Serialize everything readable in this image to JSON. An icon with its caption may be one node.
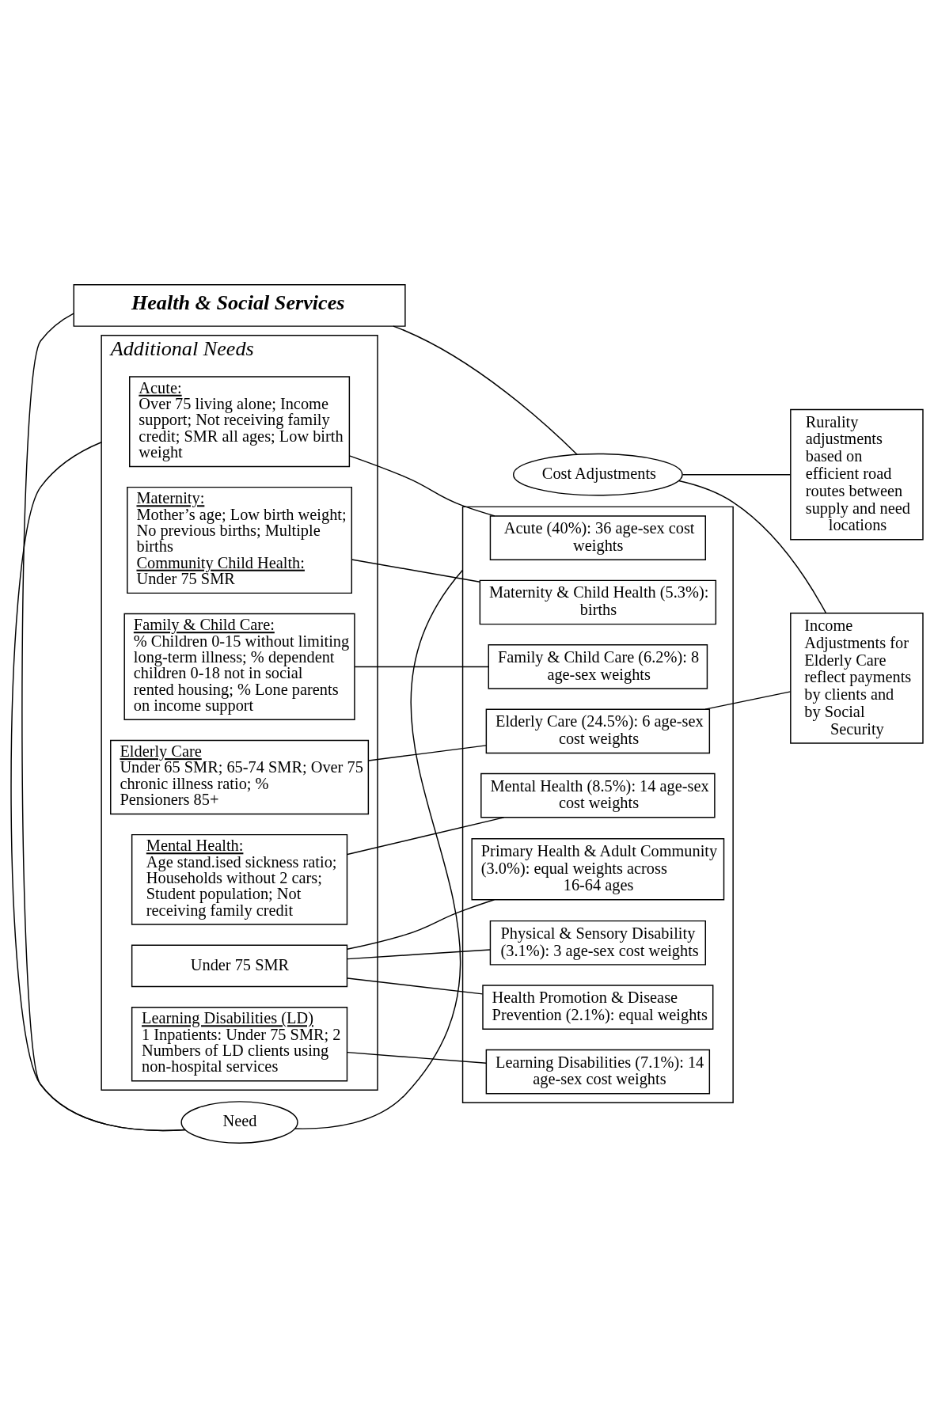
{
  "diagram": {
    "nodes": [
      {
        "text": [
          "Health & Social Services"
        ]
      },
      {
        "text": [
          "Additional Needs"
        ]
      },
      {
        "text": [
          "Acute:",
          "Over 75 living alone; Income support; Not receiving family credit; SMR all ages; Low birth weight"
        ],
        "in": 1
      },
      {
        "text": [
          "Maternity:",
          "Mother’s age; Low birth weight; No previous births; Multiple births",
          "Community Child Health:",
          "Under 75 SMR"
        ],
        "in": 1
      },
      {
        "text": [
          "Family & Child Care:",
          "% Children 0-15 without limiting long-term illness; % dependent children 0-18 not in social rented housing; % Lone parents on income support"
        ],
        "in": 1
      },
      {
        "text": [
          "Elderly Care",
          "Under 65 SMR; 65-74 SMR; Over 75 chronic illness ratio; % Pensioners 85+"
        ],
        "in": 1
      },
      {
        "text": [
          "Mental Health:",
          "Age stand.ised sickness ratio; Households without 2 cars; Student population; Not receiving family credit"
        ],
        "in": 1
      },
      {
        "text": [
          "Under 75 SMR"
        ],
        "in": 1
      },
      {
        "text": [
          "Learning Disabilities (LD)",
          "1 Inpatients: Under 75 SMR; 2 Numbers of LD clients using non-hospital services"
        ],
        "in": 1
      },
      {
        "text": [
          "Need"
        ]
      },
      {
        "text": [
          "Cost Adjustments"
        ]
      },
      {
        "text": [],
        "shape": "box"
      },
      {
        "text": [
          "Acute (40%): 36 age-sex cost weights"
        ],
        "in": 11
      },
      {
        "text": [
          "Maternity & Child Health (5.3%): births"
        ],
        "in": 11
      },
      {
        "text": [
          "Family & Child Care (6.2%): 8 age-sex weights"
        ],
        "in": 11
      },
      {
        "text": [
          "Elderly Care (24.5%): 6 age-sex cost weights"
        ],
        "in": 11
      },
      {
        "text": [
          "Mental Health (8.5%): 14 age-sex cost weights"
        ],
        "in": 11
      },
      {
        "text": [
          "Primary Health & Adult Community (3.0%): equal weights across 16-64 ages"
        ],
        "in": 11
      },
      {
        "text": [
          "Physical & Sensory Disability (3.1%): 3 age-sex cost weights"
        ],
        "in": 11
      },
      {
        "text": [
          "Health Promotion & Disease Prevention (2.1%): equal weights"
        ],
        "in": 11
      },
      {
        "text": [
          "Learning Disabilities (7.1%): 14 age-sex cost weights"
        ],
        "in": 11
      },
      {
        "text": [
          "Rurality adjustments based on efficient road routes between supply and need locations"
        ]
      },
      {
        "text": [
          "Income Adjustments for Elderly Care reflect payments by clients and by Social Security"
        ]
      }
    ],
    "edges": [
      {
        "from": 0,
        "to": 9,
        "arrow": "none"
      },
      {
        "from": 0,
        "to": 10,
        "arrow": "none"
      },
      {
        "from": 9,
        "to": 1,
        "arrow": "none"
      },
      {
        "from": 9,
        "to": 11,
        "arrow": "none"
      },
      {
        "from": 10,
        "to": 21,
        "arrow": "none"
      },
      {
        "from": 10,
        "to": 22,
        "arrow": "none"
      },
      {
        "from": 2,
        "to": 12,
        "arrow": "none"
      },
      {
        "from": 3,
        "to": 13,
        "arrow": "none"
      },
      {
        "from": 4,
        "to": 14,
        "arrow": "none"
      },
      {
        "from": 5,
        "to": 15,
        "arrow": "none"
      },
      {
        "from": 6,
        "to": 16,
        "arrow": "none"
      },
      {
        "from": 7,
        "to": 17,
        "arrow": "none"
      },
      {
        "from": 7,
        "to": 18,
        "arrow": "none"
      },
      {
        "from": 7,
        "to": 19,
        "arrow": "none"
      },
      {
        "from": 8,
        "to": 20,
        "arrow": "none"
      },
      {
        "from": 15,
        "to": 22,
        "arrow": "none"
      }
    ]
  }
}
